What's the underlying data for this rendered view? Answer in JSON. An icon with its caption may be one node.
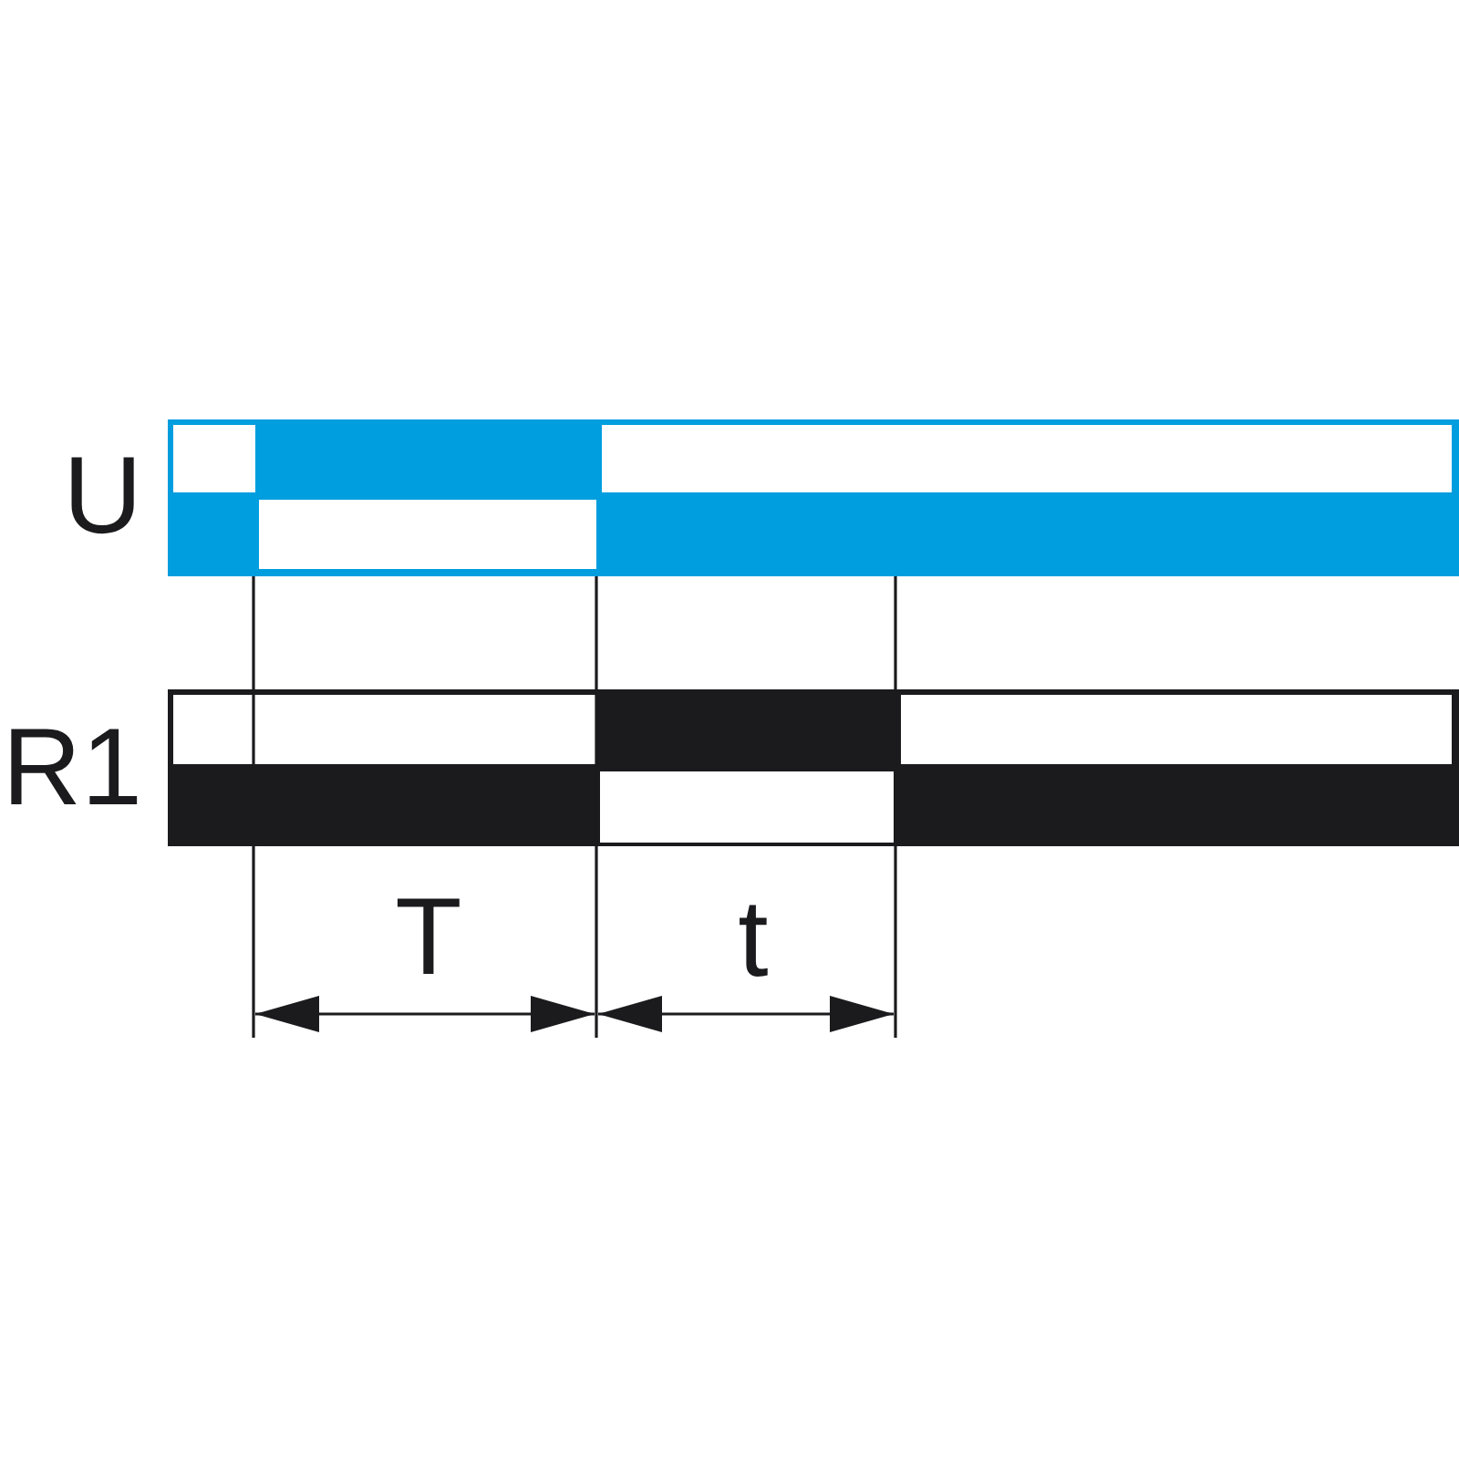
{
  "diagram": {
    "labels": [
      "U",
      "R1",
      "T",
      "t"
    ]
  }
}
